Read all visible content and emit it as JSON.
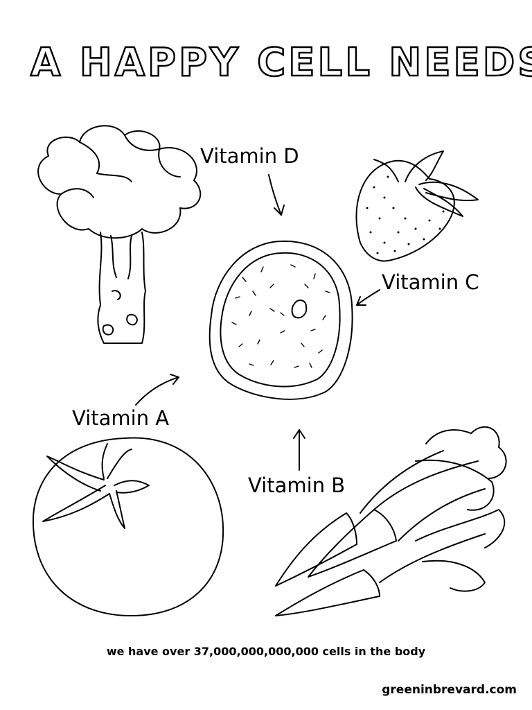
{
  "title": "A HAPPY CELL NEEDS",
  "vitamins": {
    "d": "Vitamin D",
    "c": "Vitamin C",
    "a": "Vitamin A",
    "b": "Vitamin B"
  },
  "fact": "we have over 37,000,000,000,000 cells in the body",
  "website": "greeninbrevard.com",
  "illustrations": [
    "broccoli-icon",
    "strawberry-icon",
    "cell-icon",
    "tomato-icon",
    "carrot-icon"
  ]
}
